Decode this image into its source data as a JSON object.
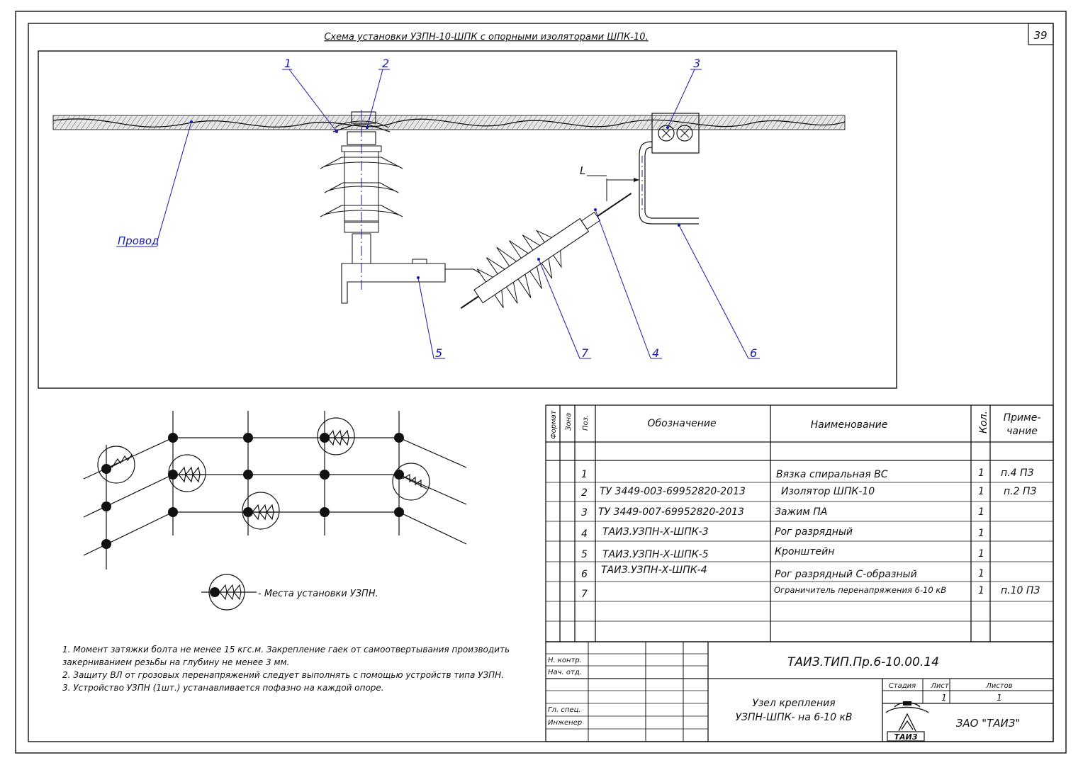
{
  "page_number": "39",
  "title": "Схема установки УЗПН-10-ШПК с опорными изоляторами ШПК-10.",
  "callouts": {
    "c1": "1",
    "c2": "2",
    "c3": "3",
    "c4": "4",
    "c5": "5",
    "c6": "6",
    "c7": "7",
    "wire": "Провод",
    "gap": "L"
  },
  "legend_text": "- Места установки УЗПН.",
  "notes": [
    "1. Момент затяжки болта не менее 15 кгс.м. Закрепление гаек от самоотвертывания производить",
    "закерниванием резьбы на глубину не менее 3 мм.",
    "2. Защиту ВЛ от грозовых перенапряжений следует выполнять с помощью устройств типа УЗПН.",
    "3. Устройство УЗПН (1шт.) устанавливается пофазно на каждой опоре."
  ],
  "spec_headers": {
    "format": "Формат",
    "zone": "Зона",
    "pos": "Поз.",
    "designation": "Обозначение",
    "name": "Наименование",
    "qty": "Кол.",
    "note_line1": "Приме-",
    "note_line2": "чание"
  },
  "spec_rows": [
    {
      "pos": "1",
      "designation": "",
      "name": "Вязка спиральная ВС",
      "qty": "1",
      "note": "п.4 ПЗ"
    },
    {
      "pos": "2",
      "designation": "ТУ 3449-003-69952820-2013",
      "name": "Изолятор ШПК-10",
      "qty": "1",
      "note": "п.2 ПЗ"
    },
    {
      "pos": "3",
      "designation": "ТУ 3449-007-69952820-2013",
      "name": "Зажим ПА",
      "qty": "1",
      "note": ""
    },
    {
      "pos": "4",
      "designation": "ТАИЗ.УЗПН-Х-ШПК-3",
      "name": "Рог разрядный",
      "qty": "1",
      "note": ""
    },
    {
      "pos": "5",
      "designation": "ТАИЗ.УЗПН-Х-ШПК-5",
      "name": "Кронштейн",
      "qty": "1",
      "note": ""
    },
    {
      "pos": "6",
      "designation": "ТАИЗ.УЗПН-Х-ШПК-4",
      "name": "Рог разрядный С-образный",
      "qty": "1",
      "note": ""
    },
    {
      "pos": "7",
      "designation": "",
      "name": "Ограничитель перенапряжения 6-10 кВ",
      "qty": "1",
      "note": "п.10 ПЗ"
    }
  ],
  "title_block": {
    "doc_code": "ТАИЗ.ТИП.Пр.6-10.00.14",
    "drawing_name_line1": "Узел крепления",
    "drawing_name_line2": "УЗПН-ШПК- на 6-10 кВ",
    "stage_label": "Стадия",
    "sheet_label": "Лист",
    "sheets_label": "Листов",
    "sheet_value": "1",
    "sheets_value": "1",
    "company": "ЗАО \"ТАИЗ\"",
    "logo_text": "ТАИЗ",
    "roles": [
      "Н. контр.",
      "Нач. отд.",
      "Гл. спец.",
      "Инженер"
    ]
  },
  "colors": {
    "ink": "#111111",
    "leader": "#1a1aa8",
    "paper": "#ffffff"
  }
}
